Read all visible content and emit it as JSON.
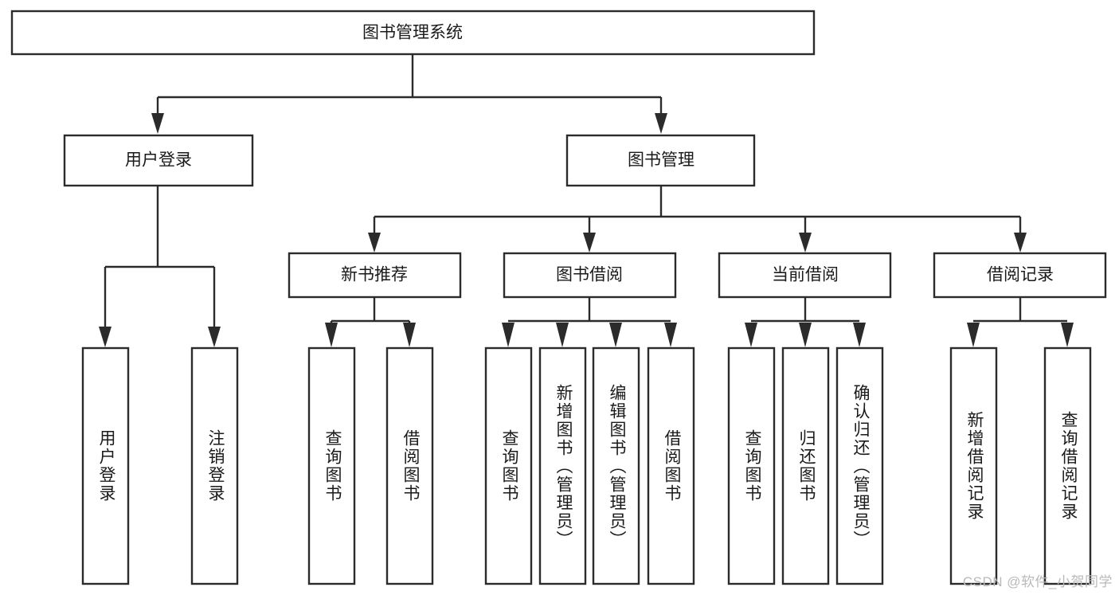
{
  "diagram": {
    "title_node": {
      "label": "图书管理系统"
    },
    "level1": [
      {
        "id": "user-login",
        "label": "用户登录"
      },
      {
        "id": "book-manage",
        "label": "图书管理"
      }
    ],
    "level2": [
      {
        "id": "new-book-recommend",
        "label": "新书推荐",
        "parent": "book-manage"
      },
      {
        "id": "book-borrow",
        "label": "图书借阅",
        "parent": "book-manage"
      },
      {
        "id": "current-borrow",
        "label": "当前借阅",
        "parent": "book-manage"
      },
      {
        "id": "borrow-record",
        "label": "借阅记录",
        "parent": "book-manage"
      }
    ],
    "leaves": [
      {
        "id": "leaf-user-login",
        "label": "用户登录",
        "parent": "user-login"
      },
      {
        "id": "leaf-logout-login",
        "label": "注销登录",
        "parent": "user-login"
      },
      {
        "id": "leaf-query-book-1",
        "label": "查询图书",
        "parent": "new-book-recommend"
      },
      {
        "id": "leaf-borrow-book-1",
        "label": "借阅图书",
        "parent": "new-book-recommend"
      },
      {
        "id": "leaf-query-book-2",
        "label": "查询图书",
        "parent": "book-borrow"
      },
      {
        "id": "leaf-add-book",
        "label": "新增图书（管理员）",
        "parent": "book-borrow"
      },
      {
        "id": "leaf-edit-book",
        "label": "编辑图书（管理员）",
        "parent": "book-borrow"
      },
      {
        "id": "leaf-borrow-book-2",
        "label": "借阅图书",
        "parent": "book-borrow"
      },
      {
        "id": "leaf-query-book-3",
        "label": "查询图书",
        "parent": "current-borrow"
      },
      {
        "id": "leaf-return-book",
        "label": "归还图书",
        "parent": "current-borrow"
      },
      {
        "id": "leaf-confirm-return",
        "label": "确认归还（管理员）",
        "parent": "current-borrow"
      },
      {
        "id": "leaf-add-record",
        "label": "新增借阅记录",
        "parent": "borrow-record"
      },
      {
        "id": "leaf-query-record",
        "label": "查询借阅记录",
        "parent": "borrow-record"
      }
    ],
    "colors": {
      "stroke": "#2b2b2b",
      "fill": "#ffffff",
      "text": "#1a1a1a",
      "watermark": "#b9b9b9"
    }
  },
  "watermark": {
    "text": "CSDN @软件_小贺同学"
  }
}
